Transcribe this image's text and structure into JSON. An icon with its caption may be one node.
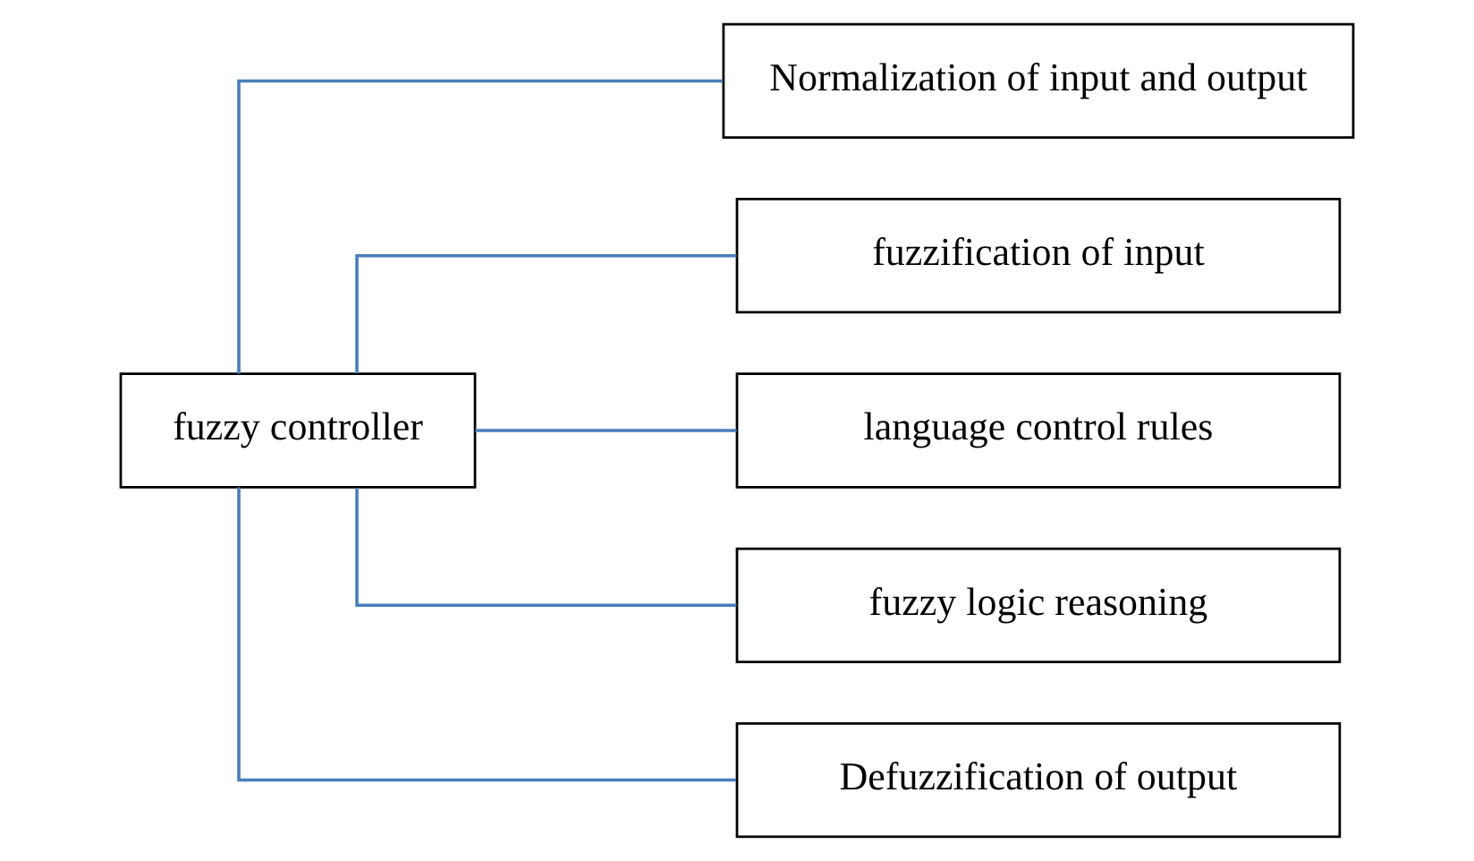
{
  "diagram": {
    "nodes": [
      {
        "text": [
          "fuzzy controller"
        ]
      },
      {
        "text": [
          "Normalization of input and output"
        ]
      },
      {
        "text": [
          "fuzzification of input"
        ]
      },
      {
        "text": [
          "language control rules"
        ]
      },
      {
        "text": [
          "fuzzy logic reasoning"
        ]
      },
      {
        "text": [
          "Defuzzification of output"
        ]
      }
    ],
    "edges": [
      {
        "from": 0,
        "to": 1,
        "arrow": "none"
      },
      {
        "from": 0,
        "to": 2,
        "arrow": "none"
      },
      {
        "from": 0,
        "to": 3,
        "arrow": "none"
      },
      {
        "from": 0,
        "to": 4,
        "arrow": "none"
      },
      {
        "from": 0,
        "to": 5,
        "arrow": "none"
      }
    ]
  }
}
